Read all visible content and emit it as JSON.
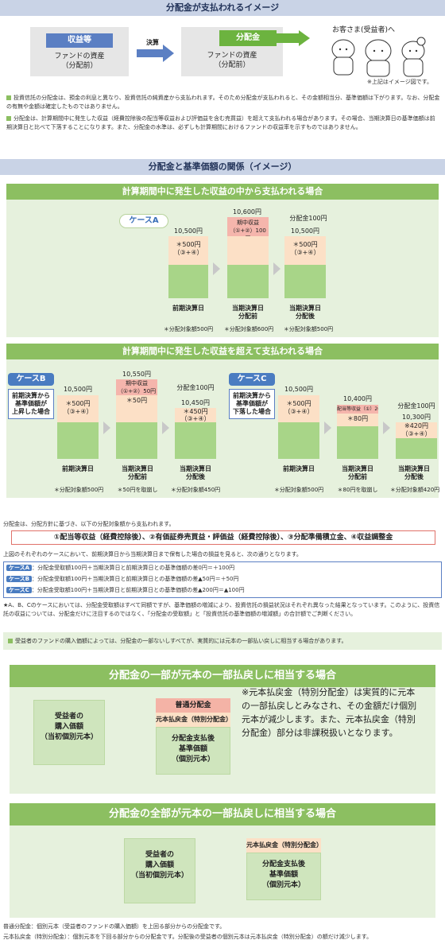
{
  "s1": {
    "title": "分配金が支払われるイメージ",
    "gain": "収益等",
    "asset_before": "ファンドの資産\n（分配前）",
    "settle": "決算",
    "dist": "分配金",
    "asset_after": "ファンドの資産\n（分配前）",
    "customer": "お客さま(受益者)へ",
    "img_note": "※上記はイメージ図です。",
    "b1": "投資信託の分配金は、預金の利息と異なり、投資信託の純資産から支払われます。そのため分配金が支払われると、その金額相当分、基準価額は下がります。なお、分配金の有無や金額は確定したものではありません。",
    "b2": "分配金は、計算期間中に発生した収益（経費控除後の配当等収益および評価益を含む売買益）を超えて支払われる場合があります。その場合、当期決算日の基準価額は前期決算日と比べて下落することになります。また、分配金の水準は、必ずしも計算期間におけるファンドの収益率を示すものではありません。"
  },
  "s2": {
    "title": "分配金と基準価額の関係（イメージ）",
    "sub1": "計算期間中に発生した収益の中から支払われる場合",
    "sub2": "計算期間中に発生した収益を超えて支払われる場合"
  },
  "caseA": {
    "label": "ケースA",
    "v1": "10,500円",
    "v2": "10,600円",
    "v3": "10,500円",
    "mid": "期中収益\n（①+②）100円",
    "dist": "分配金100円",
    "b1": "＊500円\n（③+④）",
    "b3": "＊500円\n（③+④）",
    "x1": "前期決算日",
    "x2": "当期決算日\n分配前",
    "x3": "当期決算日\n分配後",
    "n1": "＊分配対象額500円",
    "n2": "＊分配対象額600円",
    "n3": "＊分配対象額500円"
  },
  "caseB": {
    "label": "ケースB",
    "desc": "前期決算から\n基準価額が\n上昇した場合",
    "v1": "10,500円",
    "v2": "10,550円",
    "v3": "10,450円",
    "mid": "期中収益\n（①+②）50円",
    "b2": "＊50円",
    "dist": "分配金100円",
    "b1": "＊500円\n（③+④）",
    "b3": "＊450円\n（③+④）",
    "x1": "前期決算日",
    "x2": "当期決算日\n分配前",
    "x3": "当期決算日\n分配後",
    "n1": "＊分配対象額500円",
    "n2": "＊50円を取崩し",
    "n3": "＊分配対象額450円"
  },
  "caseC": {
    "label": "ケースC",
    "desc": "前期決算から\n基準価額が\n下落した場合",
    "v1": "10,500円",
    "v2": "10,400円",
    "v3": "10,300円",
    "mid": "配当等収益（①）20円",
    "b2": "＊80円",
    "dist": "分配金100円",
    "b1": "＊500円\n（③+④）",
    "b3": "※420円\n（③+④）",
    "x1": "前期決算日",
    "x2": "当期決算日\n分配前",
    "x3": "当期決算日\n分配後",
    "n1": "＊分配対象額500円",
    "n2": "＊80円を取崩し",
    "n3": "＊分配対象額420円"
  },
  "s3": {
    "intro": "分配金は、分配方針に基づき、以下の分配対象額から支払われます。",
    "sources": "①配当等収益（経費控除後）、②有価証券売買益・評価益（経費控除後）、③分配準備積立金、④収益調整金",
    "compare": "上図のそれぞれのケースにおいて、前期決算日から当期決算日まで保有した場合の損益を見ると、次の通りとなります。",
    "rows": [
      {
        "tag": "ケースA",
        "text": "：分配金受取額100円＋当期決算日と前期決算日との基準価額の差0円＝＋100円"
      },
      {
        "tag": "ケースB",
        "text": "：分配金受取額100円＋当期決算日と前期決算日との基準価額の差▲50円＝＋50円"
      },
      {
        "tag": "ケースC",
        "text": "：分配金受取額100円＋当期決算日と前期決算日との基準価額の差▲200円＝▲100円"
      }
    ],
    "star": "★A、B、Cのケースにおいては、分配金受取額はすべて同額ですが、基準価額の増減により、投資信託の損益状況はそれぞれ異なった結果となっています。このように、投資信託の収益については、分配金だけに注目するのではなく、「分配金の受取額」と「投資信託の基準価額の増減額」の合計額でご判断ください。",
    "note": "受益者のファンドの購入価額によっては、分配金の一部ないしすべてが、実質的には元本の一部払い戻しに相当する場合があります。"
  },
  "s4": {
    "title": "分配金の一部が元本の一部払戻しに相当する場合",
    "buy": "受益者の\n購入価額\n（当初個別元本）",
    "normal": "普通分配金",
    "special": "元本払戻金（特別分配金）",
    "after": "分配金支払後\n基準価額\n（個別元本）",
    "remark": "※元本払戻金（特別分配金）は実質的に元本の一部払戻しとみなされ、その金額だけ個別元本が減少します。また、元本払戻金（特別分配金）部分は非課税扱いとなります。"
  },
  "s5": {
    "title": "分配金の全部が元本の一部払戻しに相当する場合",
    "buy": "受益者の\n購入価額\n（当初個別元本）",
    "special": "元本払戻金（特別分配金）",
    "after": "分配金支払後\n基準価額\n（個別元本）"
  },
  "foot": {
    "l1": "普通分配金：個別元本（受益者のファンドの購入価額）を上回る部分からの分配金です。",
    "l2": "元本払戻金（特別分配金）：個別元本を下回る部分からの分配金です。分配後の受益者の個別元本は元本払戻金（特別分配金）の額だけ減少します。"
  }
}
